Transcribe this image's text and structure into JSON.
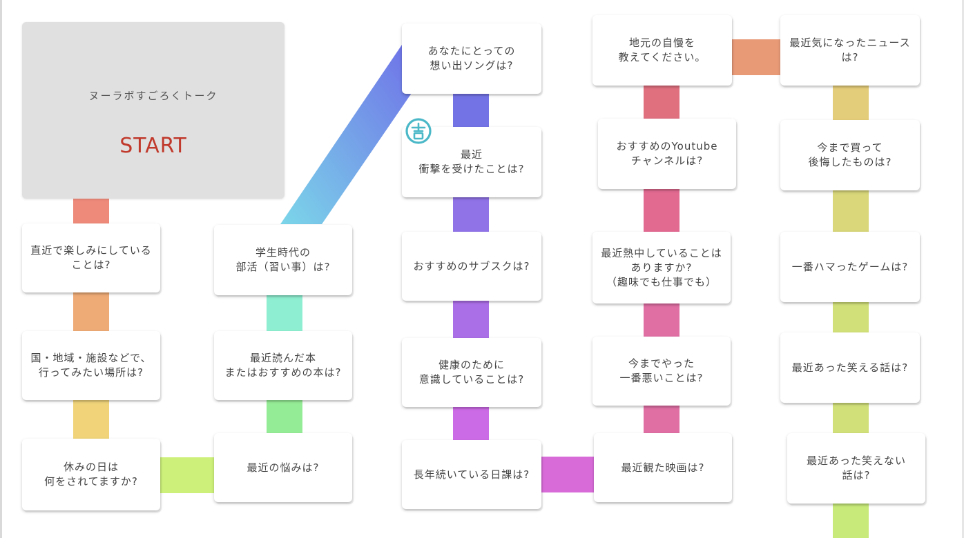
{
  "game": {
    "title": "ヌーラボすごろくトーク",
    "start_label": "START"
  },
  "squares": {
    "s1": "直近で楽しみにしている\nことは?",
    "s2": "国・地域・施設などで、\n行ってみたい場所は?",
    "s3": "休みの日は\n何をされてますか?",
    "s4": "最近の悩みは?",
    "s5": "最近読んだ本\nまたはおすすめの本は?",
    "s6": "学生時代の\n部活（習い事）は?",
    "s7": "あなたにとっての\n想い出ソングは?",
    "s8": "最近\n衝撃を受けたことは?",
    "s9": "おすすめのサブスクは?",
    "s10": "健康のために\n意識していることは?",
    "s11": "長年続いている日課は?",
    "s12": "最近観た映画は?",
    "s13": "今までやった\n一番悪いことは?",
    "s14": "最近熱中していることは\nありますか?\n（趣味でも仕事でも）",
    "s15": "おすすめのYoutube\nチャンネルは?",
    "s16": "地元の自慢を\n教えてください。",
    "s17": "最近気になったニュース\nは?",
    "s18": "今まで買って\n後悔したものは?",
    "s19": "一番ハマったゲームは?",
    "s20": "最近あった笑える話は?",
    "s21": "最近あった笑えない\n話は?"
  },
  "logo": {
    "icon": "nulab-logo-icon",
    "color": "#4bb8c8"
  },
  "path_colors": {
    "start": "#ee8a7a",
    "orange": "#efab76",
    "yellow": "#f1d47a",
    "lime": "#cdf07a",
    "green": "#95ec96",
    "mint": "#8eeed1",
    "diagonal_top": "#6f71e8",
    "diagonal_bottom": "#7bd6e9",
    "blue": "#7373e6",
    "violet1": "#9173e8",
    "violet2": "#aa6ee6",
    "violet3": "#cc6be6",
    "magenta": "#d86bd8",
    "pink1": "#e06fa4",
    "pink2": "#e26a91",
    "rose": "#e1707f",
    "salmon": "#e89a77",
    "mustard": "#e4cd7a",
    "olive": "#d9d77a",
    "lightlime": "#d2e07a",
    "lime2": "#c8ea7a"
  }
}
